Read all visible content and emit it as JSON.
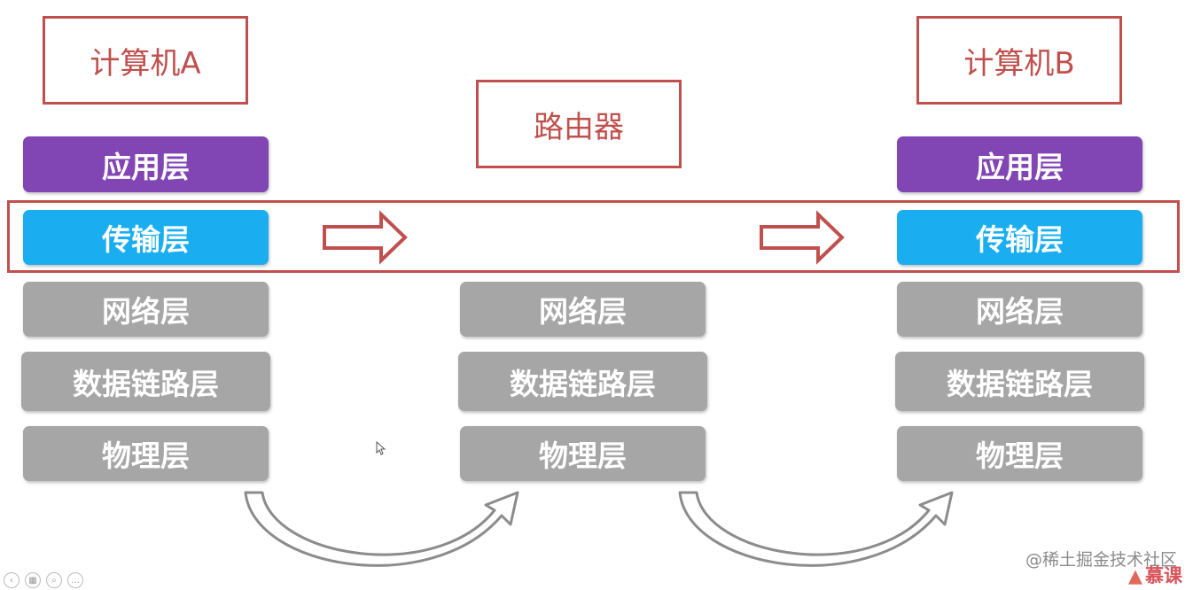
{
  "hosts": {
    "a": {
      "title": "计算机A",
      "layers": [
        "应用层",
        "传输层",
        "网络层",
        "数据链路层",
        "物理层"
      ]
    },
    "router": {
      "title": "路由器",
      "layers": [
        "网络层",
        "数据链路层",
        "物理层"
      ]
    },
    "b": {
      "title": "计算机B",
      "layers": [
        "应用层",
        "传输层",
        "网络层",
        "数据链路层",
        "物理层"
      ]
    }
  },
  "colors": {
    "application": "#8145b4",
    "transport": "#1aaef0",
    "lower": "#a6a6a6",
    "accent": "#c0504d"
  },
  "watermark": "@稀土掘金技术社区",
  "logo": "慕课"
}
